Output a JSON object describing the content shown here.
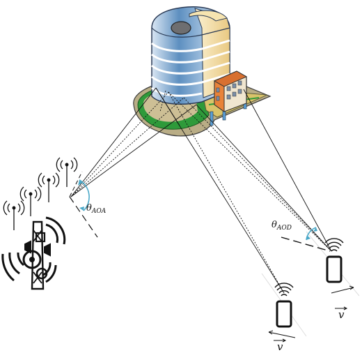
{
  "labels": {
    "theta_aoa": "θ",
    "aoa_sub": "AOA",
    "theta_aod": "θ",
    "aod_sub": "AOD",
    "velocity_1": "v",
    "velocity_2": "v"
  },
  "colors": {
    "angle_arc": "#4aa8c8",
    "building_blue": "#5d8fc0",
    "building_cream": "#f3dfa8",
    "building_roof": "#6e6e70",
    "annex_orange": "#e8833a",
    "plaza_green": "#2e9a3a",
    "plaza_yellow": "#d9c36a",
    "plaza_tan": "#cdbf95",
    "ink": "#111111"
  },
  "icons": [
    "base-station-icon",
    "building-icon",
    "smartphone-icon",
    "wireless-signal-icon"
  ]
}
